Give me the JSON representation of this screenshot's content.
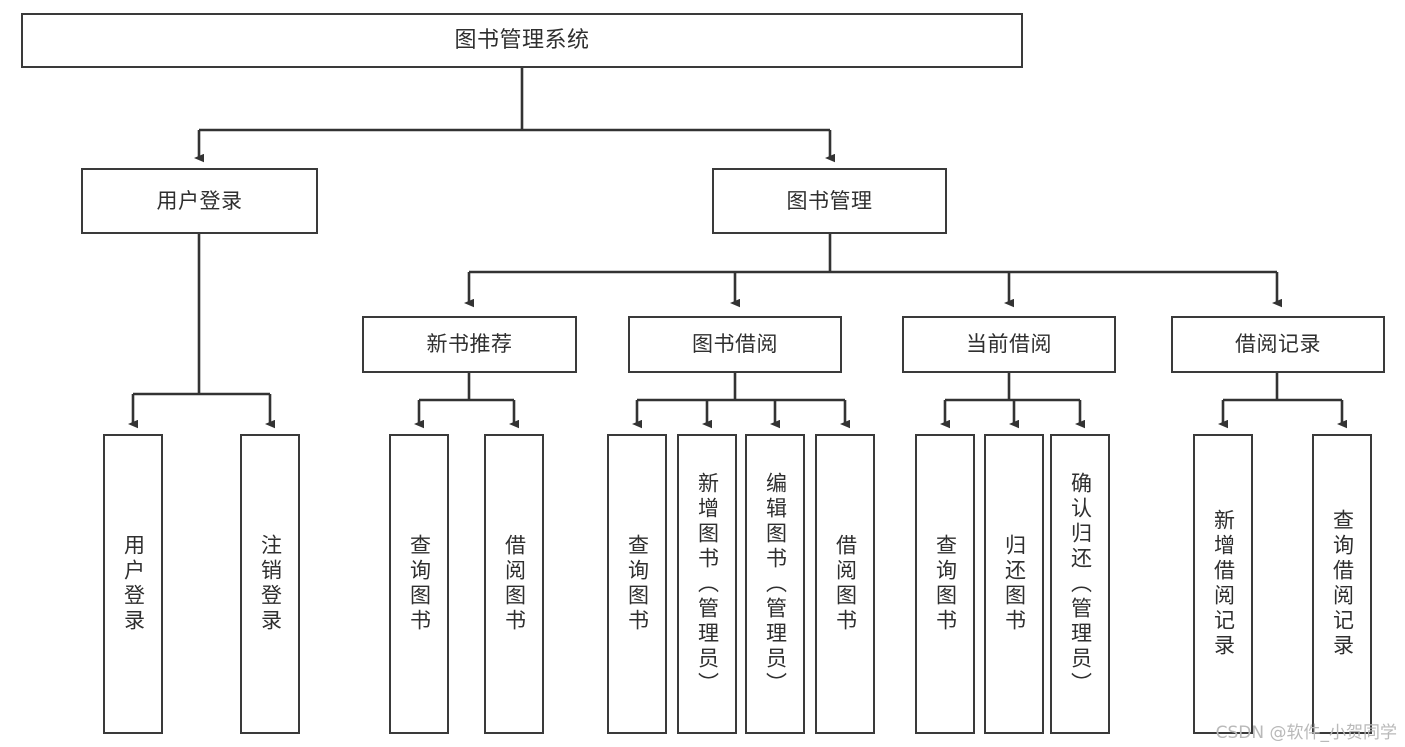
{
  "diagram": {
    "title": "图书管理系统",
    "watermark": "CSDN @软件_小贺同学",
    "colors": {
      "box_border": "#3a3a3a",
      "box_fill": "#ffffff",
      "edge": "#333333",
      "text": "#2f2f2f",
      "watermark": "#b9b9b9"
    },
    "nodes": {
      "root": "图书管理系统",
      "level1": [
        "用户登录",
        "图书管理"
      ],
      "level2": [
        "新书推荐",
        "图书借阅",
        "当前借阅",
        "借阅记录"
      ],
      "leaves": {
        "user_login": [
          "用户登录",
          "注销登录"
        ],
        "new_book": [
          "查询图书",
          "借阅图书"
        ],
        "borrow_book": [
          "查询图书",
          "新增图书（管理员）",
          "编辑图书（管理员）",
          "借阅图书"
        ],
        "current_borrow": [
          "查询图书",
          "归还图书",
          "确认归还（管理员）"
        ],
        "borrow_record": [
          "新增借阅记录",
          "查询借阅记录"
        ]
      }
    }
  }
}
